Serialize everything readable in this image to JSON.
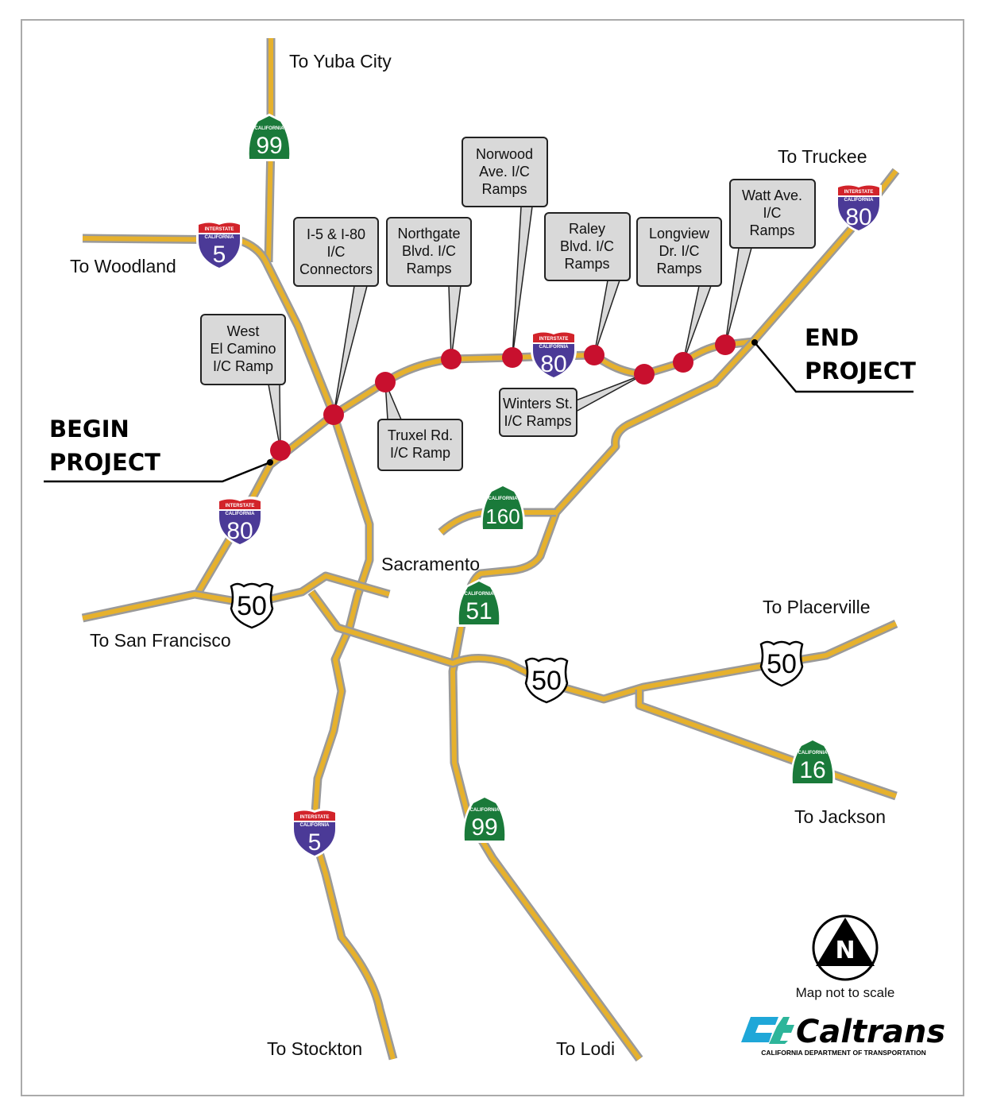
{
  "colors": {
    "road": "#e6b12d",
    "road_edge": "#9a9a9a",
    "interchange": "#c8102e",
    "interstate": "#4b3a97",
    "interstate_top": "#d2232a",
    "state_route": "#1a7a3a",
    "caltrans_blue": "#1fa7d8",
    "caltrans_green": "#2db59a"
  },
  "destinations": {
    "yuba": "To Yuba City",
    "woodland": "To Woodland",
    "truckee": "To Truckee",
    "sf": "To San Francisco",
    "placerville": "To Placerville",
    "jackson": "To Jackson",
    "stockton": "To Stockton",
    "lodi": "To Lodi",
    "city": "Sacramento"
  },
  "project": {
    "begin": [
      "BEGIN",
      "PROJECT"
    ],
    "end": [
      "END",
      "PROJECT"
    ]
  },
  "callouts": [
    {
      "lines": [
        "West",
        "El Camino",
        "I/C Ramp"
      ]
    },
    {
      "lines": [
        "I-5 & I-80",
        "I/C",
        "Connectors"
      ]
    },
    {
      "lines": [
        "Northgate",
        "Blvd. I/C",
        "Ramps"
      ]
    },
    {
      "lines": [
        "Norwood",
        "Ave. I/C",
        "Ramps"
      ]
    },
    {
      "lines": [
        "Raley",
        "Blvd. I/C",
        "Ramps"
      ]
    },
    {
      "lines": [
        "Longview",
        "Dr. I/C",
        "Ramps"
      ]
    },
    {
      "lines": [
        "Watt Ave.",
        "I/C",
        "Ramps"
      ]
    },
    {
      "lines": [
        "Truxel Rd.",
        "I/C Ramp"
      ]
    },
    {
      "lines": [
        "Winters St.",
        "I/C Ramps"
      ]
    }
  ],
  "shields": {
    "interstate_top": "INTERSTATE",
    "state": "CALIFORNIA",
    "i5": "5",
    "i80": "80",
    "sr99": "99",
    "sr160": "160",
    "sr51": "51",
    "sr16": "16",
    "us50": "50"
  },
  "legend": {
    "north": "N",
    "scale_note": "Map not to scale",
    "logo": "Caltrans",
    "logo_sub": "CALIFORNIA DEPARTMENT OF TRANSPORTATION"
  }
}
